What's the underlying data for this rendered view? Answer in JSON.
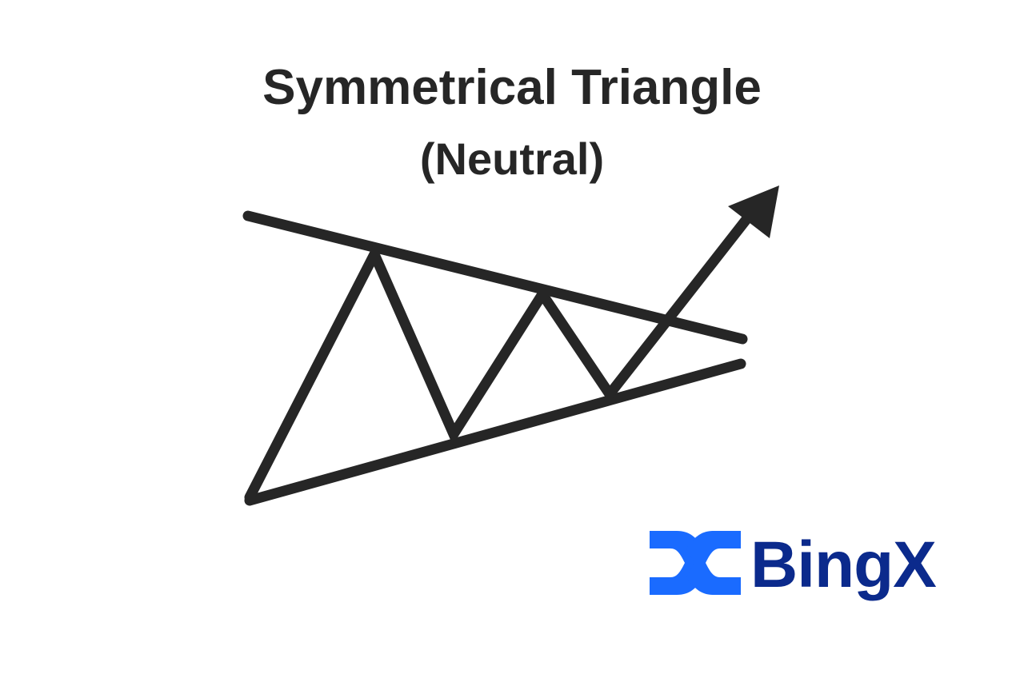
{
  "title": "Symmetrical Triangle",
  "subtitle": "(Neutral)",
  "brand": {
    "name": "BingX",
    "icon_color": "#1a6bff",
    "text_color": "#0b2a8c"
  },
  "colors": {
    "lines": "#262626"
  }
}
